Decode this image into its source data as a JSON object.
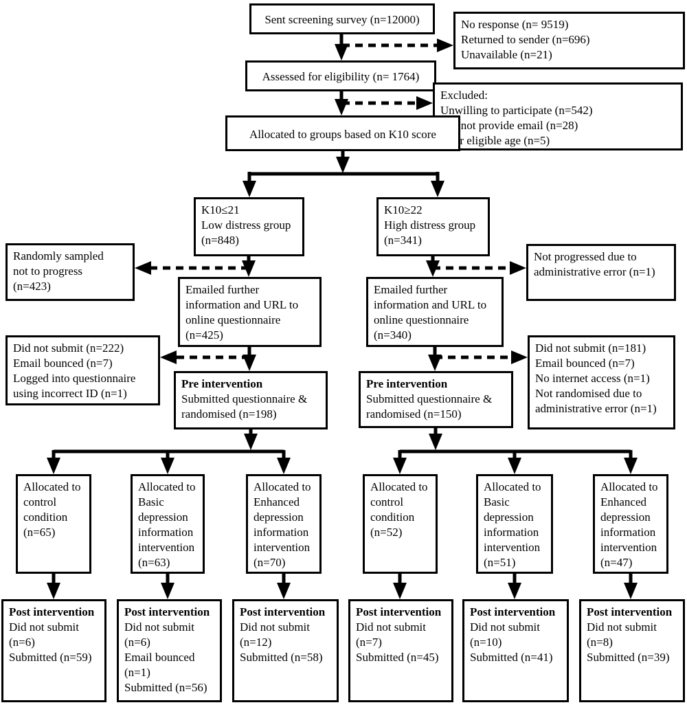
{
  "colors": {
    "ink": "#000000",
    "paper": "#ffffff"
  },
  "nodes": {
    "sent": {
      "lines": [
        "Sent screening survey (n=12000)"
      ]
    },
    "no_response": {
      "lines": [
        "No response (n= 9519)",
        "Returned to sender (n=696)",
        "Unavailable (n=21)"
      ]
    },
    "assessed": {
      "lines": [
        "Assessed for eligibility (n= 1764)"
      ]
    },
    "excluded": {
      "lines": [
        "Excluded:",
        "Unwilling to participate (n=542)",
        "Did not provide email (n=28)",
        "Over eligible age (n=5)"
      ]
    },
    "allocated": {
      "lines": [
        "Allocated to groups based on K10 score"
      ]
    },
    "low_group": {
      "lines": [
        "K10≤21",
        "Low distress group",
        "(n=848)"
      ]
    },
    "high_group": {
      "lines": [
        "K10≥22",
        "High distress group",
        "(n=341)"
      ]
    },
    "randomly_sampled": {
      "lines": [
        "Randomly sampled",
        "not to progress",
        "(n=423)"
      ]
    },
    "not_progressed": {
      "lines": [
        "Not progressed due to",
        "administrative error (n=1)"
      ]
    },
    "emailed_low": {
      "lines": [
        "Emailed further",
        "information and URL to",
        "online questionnaire",
        "(n=425)"
      ]
    },
    "emailed_high": {
      "lines": [
        "Emailed further",
        "information and URL to",
        "online questionnaire",
        "(n=340)"
      ]
    },
    "not_submitted_low": {
      "lines": [
        "Did not submit (n=222)",
        "Email bounced (n=7)",
        "Logged into questionnaire",
        "using incorrect ID (n=1)"
      ]
    },
    "not_submitted_high": {
      "lines": [
        "Did not submit (n=181)",
        "Email bounced (n=7)",
        "No internet access (n=1)",
        "Not randomised due to",
        "administrative error (n=1)"
      ]
    },
    "pre_low": {
      "header": "Pre intervention",
      "lines": [
        "Submitted questionnaire &",
        "randomised (n=198)"
      ]
    },
    "pre_high": {
      "header": "Pre intervention",
      "lines": [
        "Submitted questionnaire &",
        "randomised (n=150)"
      ]
    },
    "control_low": {
      "lines": [
        "Allocated to",
        "control",
        "condition",
        "(n=65)"
      ]
    },
    "basic_low": {
      "lines": [
        "Allocated to",
        "Basic",
        "depression",
        "information",
        "intervention",
        "(n=63)"
      ]
    },
    "enhanced_low": {
      "lines": [
        "Allocated to",
        "Enhanced",
        "depression",
        "information",
        "intervention",
        "(n=70)"
      ]
    },
    "control_high": {
      "lines": [
        "Allocated to",
        "control",
        "condition",
        "(n=52)"
      ]
    },
    "basic_high": {
      "lines": [
        "Allocated to",
        "Basic",
        "depression",
        "information",
        "intervention",
        "(n=51)"
      ]
    },
    "enhanced_high": {
      "lines": [
        "Allocated to",
        "Enhanced",
        "depression",
        "information",
        "intervention",
        "(n=47)"
      ]
    },
    "post_control_low": {
      "header": "Post intervention",
      "lines": [
        "Did not submit",
        "(n=6)",
        "Submitted (n=59)"
      ]
    },
    "post_basic_low": {
      "header": "Post intervention",
      "lines": [
        "Did not submit",
        "(n=6)",
        "Email bounced",
        "(n=1)",
        "Submitted (n=56)"
      ]
    },
    "post_enhanced_low": {
      "header": "Post intervention",
      "lines": [
        "Did not submit",
        "(n=12)",
        "Submitted (n=58)"
      ]
    },
    "post_control_high": {
      "header": "Post intervention",
      "lines": [
        "Did not submit",
        "(n=7)",
        "Submitted (n=45)"
      ]
    },
    "post_basic_high": {
      "header": "Post intervention",
      "lines": [
        "Did not submit",
        "(n=10)",
        "Submitted (n=41)"
      ]
    },
    "post_enhanced_high": {
      "header": "Post intervention",
      "lines": [
        "Did not submit",
        "(n=8)",
        "Submitted (n=39)"
      ]
    }
  }
}
